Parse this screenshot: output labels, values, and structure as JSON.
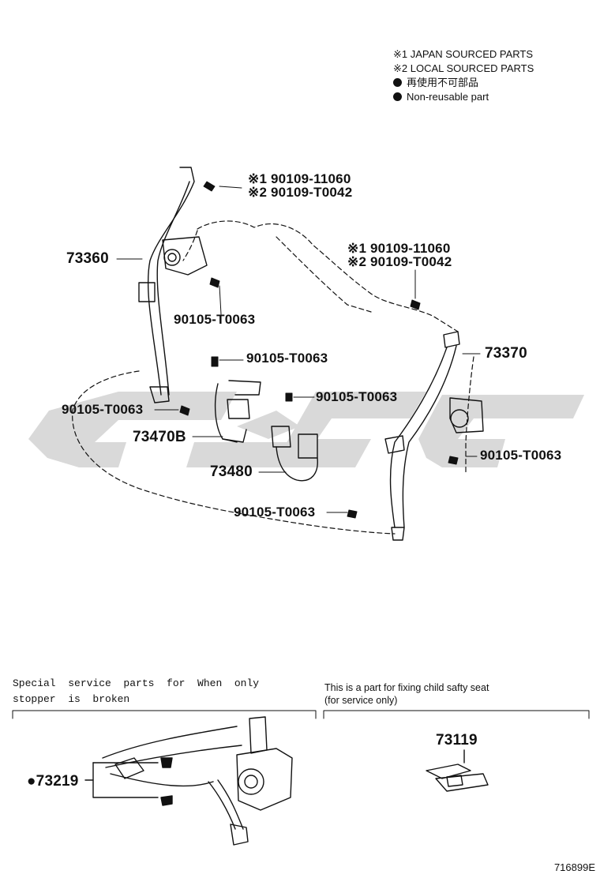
{
  "legend": {
    "japan_sourced": "※1 JAPAN SOURCED PARTS",
    "local_sourced": "※2 LOCAL SOURCED PARTS",
    "non_reusable_jp": "再使用不可部品",
    "non_reusable_en": "Non-reusable part"
  },
  "callouts": {
    "upper_left_bolt_j": "※1 90109-11060",
    "upper_left_bolt_l": "※2 90109-T0042",
    "right_bolt_j": "※1 90109-11060",
    "right_bolt_l": "※2 90109-T0042",
    "belt_left": "73360",
    "belt_right": "73370",
    "bolt_retractor_left": "90105-T0063",
    "bolt_buckle_top": "90105-T0063",
    "bolt_buckle_mid": "90105-T0063",
    "bolt_anchor_left": "90105-T0063",
    "buckle_left": "73470B",
    "buckle_center": "73480",
    "bolt_retractor_right": "90105-T0063",
    "bolt_bottom": "90105-T0063"
  },
  "special_service": {
    "note": "Special  service  parts  for  When  only\nstopper  is  broken",
    "part": "●73219"
  },
  "child_seat": {
    "note_line1": "This is a part for fixing child safty seat",
    "note_line2": "(for service only)",
    "part": "73119"
  },
  "figure_id": "716899E"
}
